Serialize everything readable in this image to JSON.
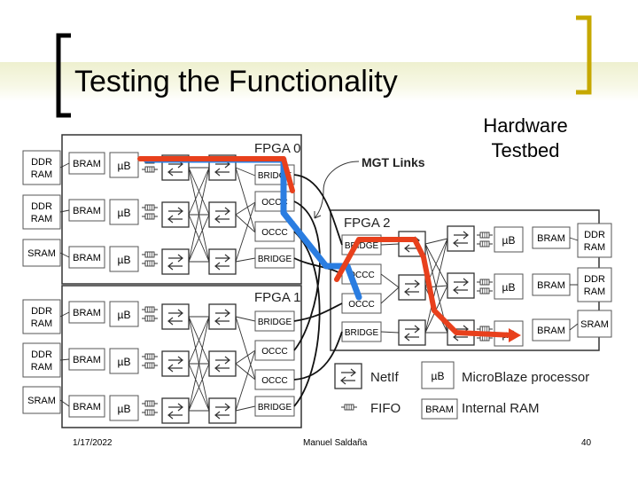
{
  "slide": {
    "title": "Testing the Functionality",
    "subtitle_line1": "Hardware",
    "subtitle_line2": "Testbed",
    "footer_date": "1/17/2022",
    "footer_author": "Manuel Saldaña",
    "page_number": "40"
  },
  "diagram": {
    "fpga0_label": "FPGA 0",
    "fpga1_label": "FPGA 1",
    "fpga2_label": "FPGA 2",
    "mgt_links_label": "MGT Links",
    "ddr_line1": "DDR",
    "ddr_line2": "RAM",
    "sram": "SRAM",
    "bram": "BRAM",
    "microblaze": "µB",
    "bridge": "BRIDGE",
    "occc": "OCCC",
    "legend": {
      "netif": "NetIf",
      "microblaze": "MicroBlaze processor",
      "fifo": "FIFO",
      "bram": "Internal RAM"
    },
    "path_colors": {
      "red": "#e8401c",
      "blue": "#2a7de1"
    }
  }
}
